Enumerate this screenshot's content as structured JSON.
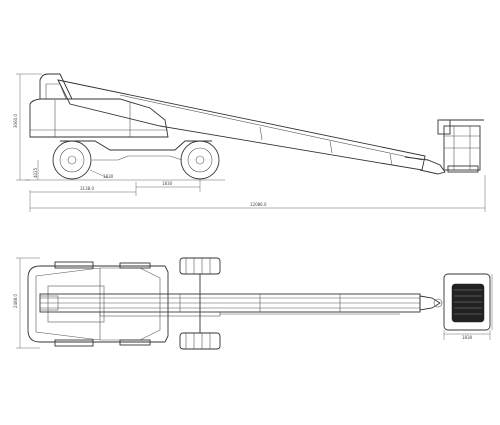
{
  "side_view": {
    "overall_length": "12086.0",
    "height": "3060.0",
    "rear_offset": "4025",
    "wheelbase": "3138.0",
    "axle_offset": "1830",
    "track": "1830"
  },
  "top_view": {
    "width": "2488.0",
    "platform_length": "1830"
  }
}
